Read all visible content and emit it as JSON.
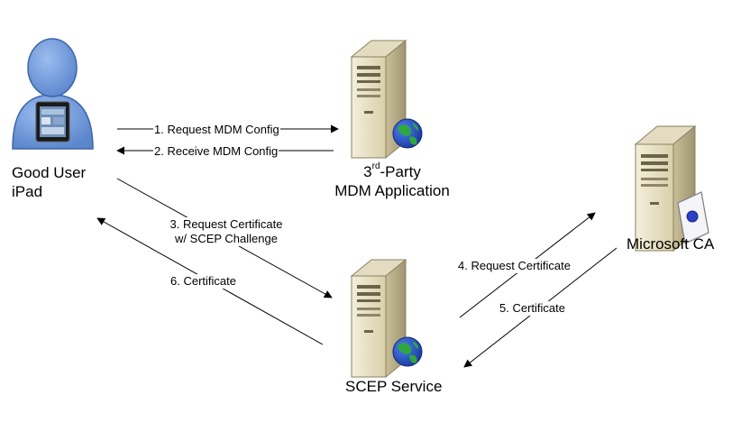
{
  "nodes": {
    "user": {
      "line1": "Good User",
      "line2": "iPad",
      "icon": "user-with-ipad-icon"
    },
    "mdm": {
      "line1_sup": "rd",
      "line1_pre": "3",
      "line1_post": "-Party",
      "line2": "MDM Application",
      "icon": "server-with-globe-icon"
    },
    "ca": {
      "label": "Microsoft CA",
      "icon": "server-with-certificate-icon"
    },
    "scep": {
      "label": "SCEP Service",
      "icon": "server-with-globe-icon"
    }
  },
  "arrows": {
    "a1": "1. Request MDM Config",
    "a2": "2. Receive MDM Config",
    "a3_line1": "3.  Request Certificate",
    "a3_line2": "w/ SCEP Challenge",
    "a4": "4.  Request Certificate",
    "a5": "5.  Certificate",
    "a6": "6.  Certificate"
  },
  "colors": {
    "person_fill": "#6f9bdc",
    "person_stroke": "#3c65a8",
    "server_light": "#ece6cf",
    "server_dark": "#b6ac86",
    "globe_blue": "#2550c8",
    "globe_green": "#2fa640",
    "cert_seal": "#2c3fc8"
  }
}
